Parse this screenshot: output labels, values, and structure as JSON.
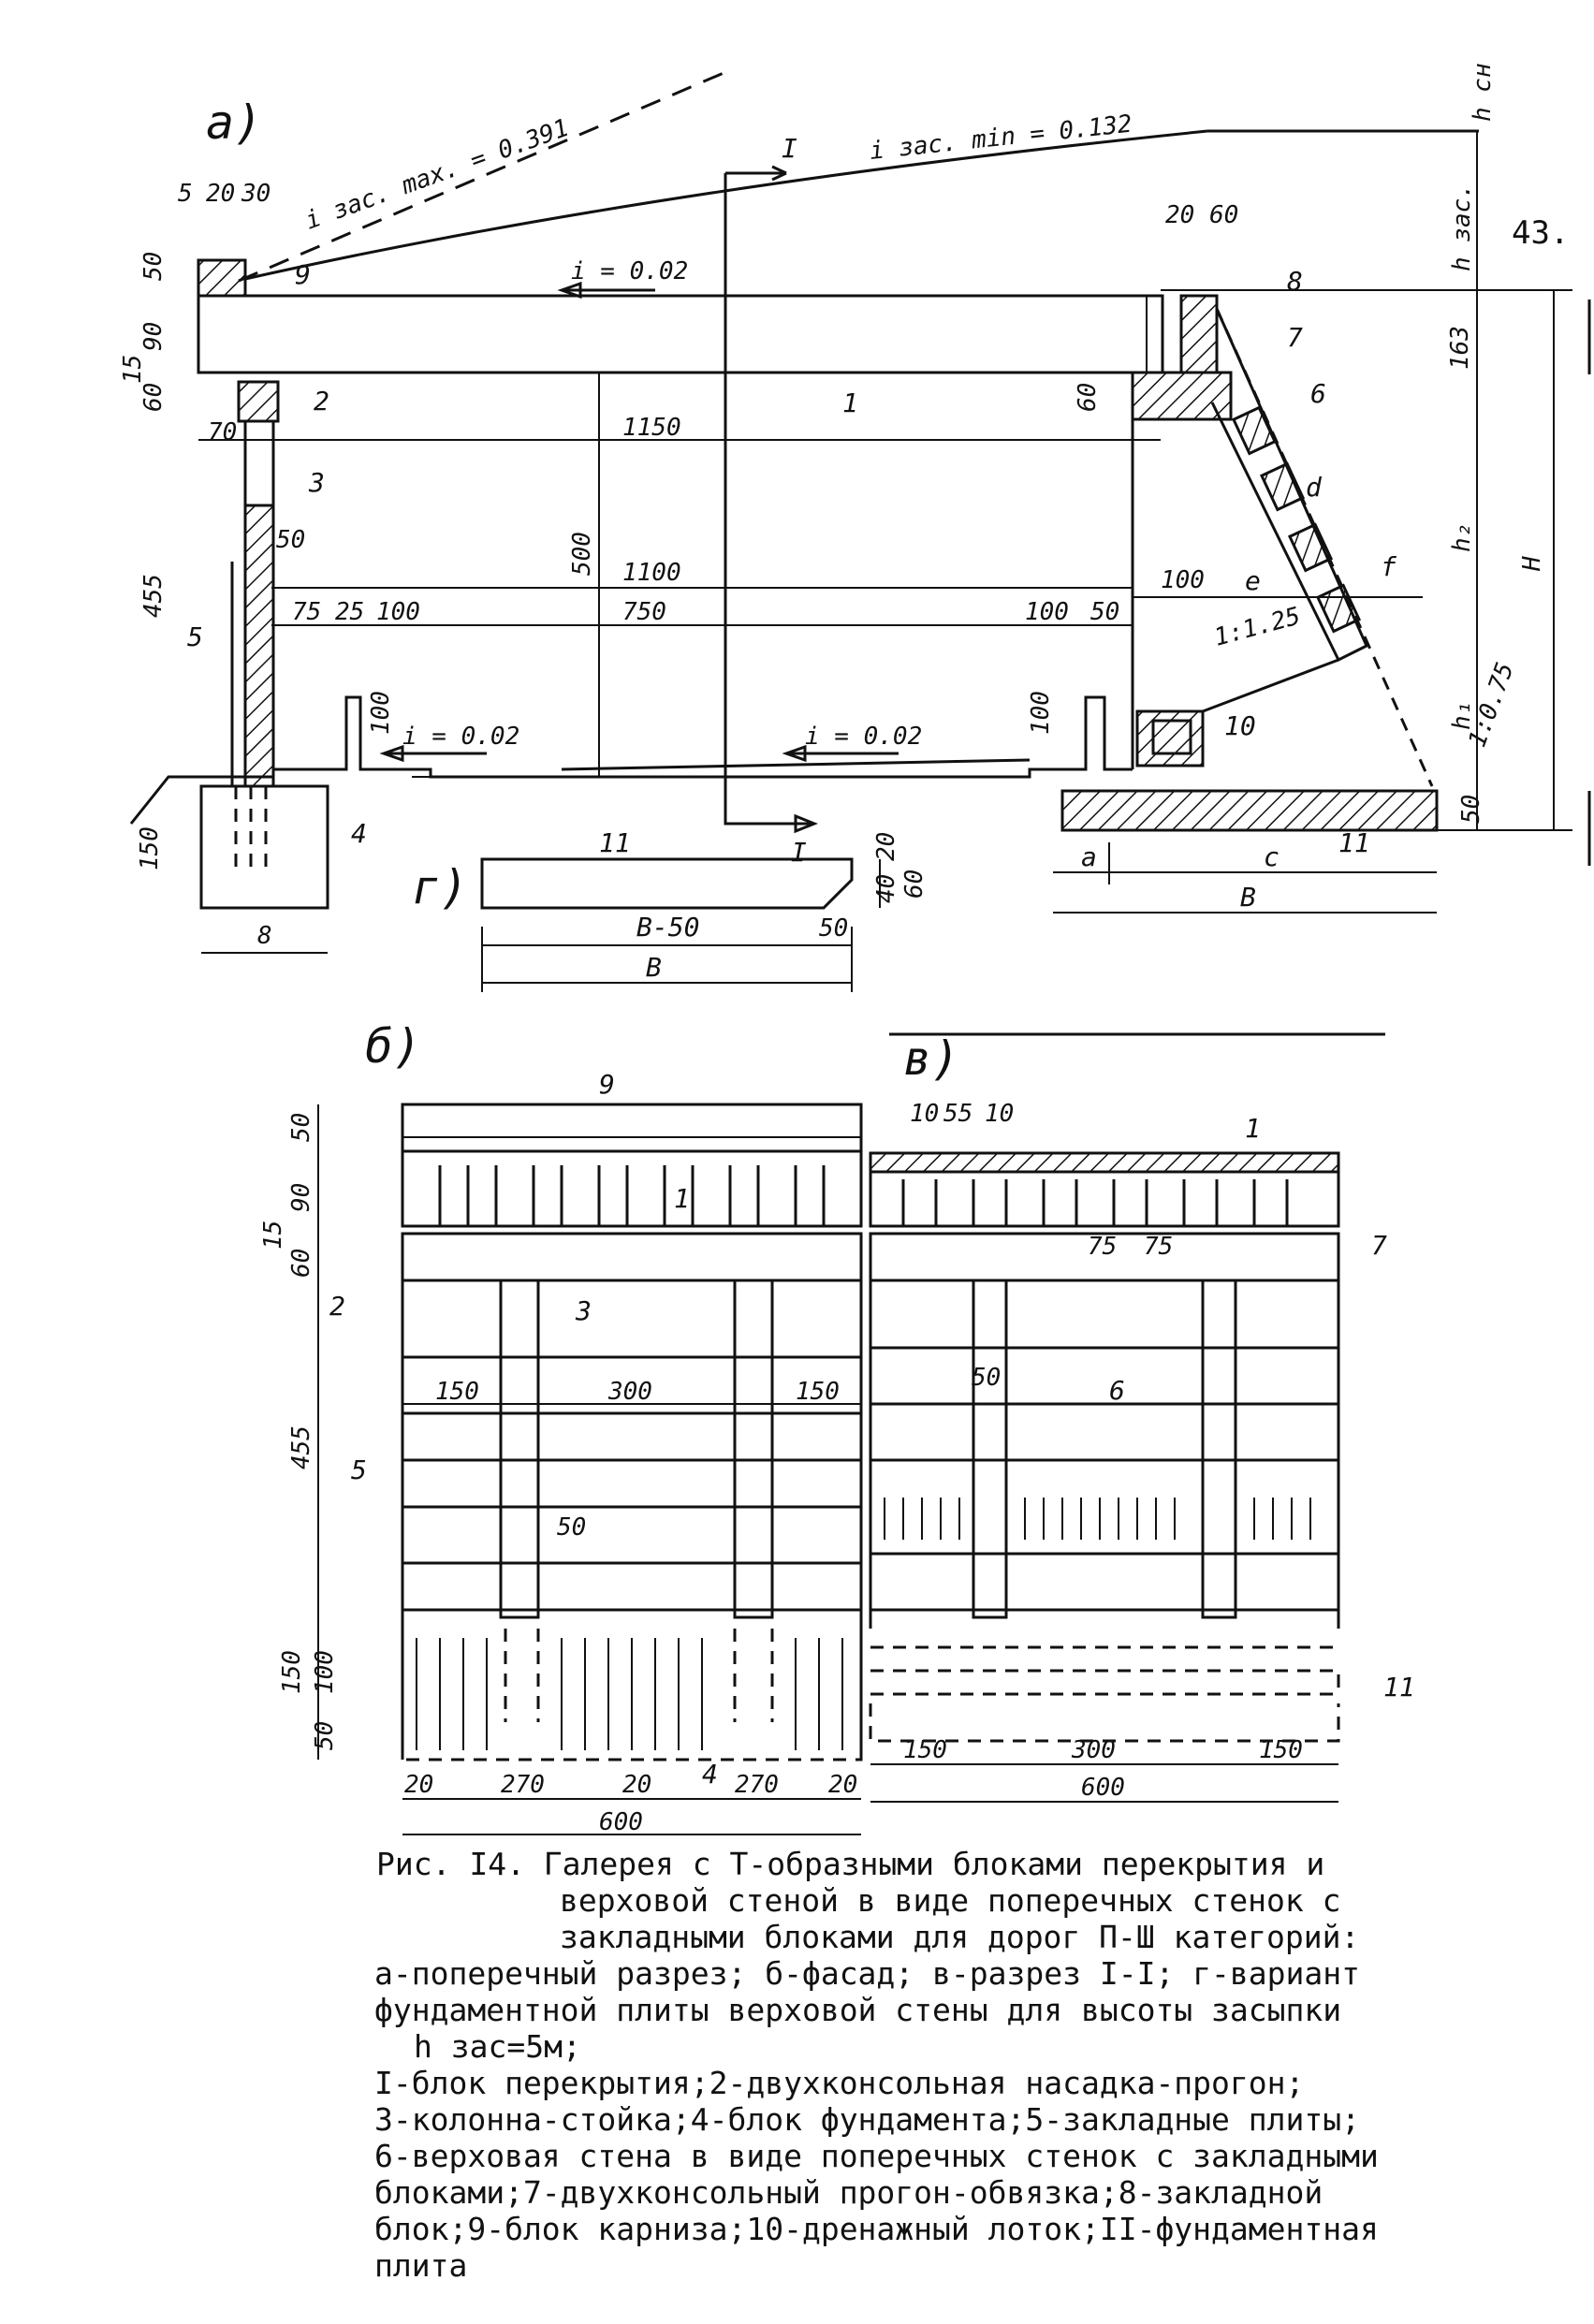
{
  "page_number": "43.",
  "views": {
    "a": "а)",
    "b": "б)",
    "v": "в)",
    "g": "г)"
  },
  "section_marks": {
    "top": "I",
    "bottom": "I"
  },
  "slope_labels": {
    "zas_max": "i зас. max. = 0.391",
    "zas_min": "i зас. min = 0.132",
    "roof": "i = 0.02",
    "floor_left": "i = 0.02",
    "floor_right": "i = 0.02",
    "wall": "1:1.25",
    "embankment": "1:0.75"
  },
  "level_labels": {
    "h_sn": "h сн",
    "h_zas": "h зас.",
    "H": "H",
    "h2": "h₂",
    "h1": "h₁"
  },
  "letter_labels": {
    "d": "d",
    "e": "e",
    "f": "f",
    "a": "a",
    "c": "c",
    "B": "B",
    "B_minus": "B-50"
  },
  "parts": {
    "p1": "1",
    "p2": "2",
    "p3": "3",
    "p4": "4",
    "p5": "5",
    "p6": "6",
    "p7": "7",
    "p8": "8",
    "p9": "9",
    "p10": "10",
    "p11": "11"
  },
  "dims_a": {
    "d5": "5",
    "d20": "20",
    "d30": "30",
    "d50": "50",
    "d90": "90",
    "d15": "15",
    "d60": "60",
    "d70": "70",
    "d455": "455",
    "d150": "150",
    "d8": "8",
    "d1150": "1150",
    "d500": "500",
    "d1100": "1100",
    "d750": "750",
    "d75": "75",
    "d25": "25",
    "d100a": "100",
    "d100b": "100",
    "d50b": "50",
    "d100c": "100",
    "d100d": "100",
    "d100e": "100",
    "d50c": "50",
    "d2060": "20 60",
    "d163": "163",
    "d60r": "60",
    "d50r": "50"
  },
  "dims_g": {
    "d20": "20",
    "d40": "40",
    "d60": "60",
    "d50": "50"
  },
  "dims_b": {
    "d50": "50",
    "d90": "90",
    "d15": "15",
    "d60": "60",
    "d455": "455",
    "d150": "150",
    "d300": "300",
    "d150b": "150",
    "d50b": "50",
    "d150v": "150",
    "d100": "100",
    "d50v": "50",
    "d20a": "20",
    "d270a": "270",
    "d20b": "20",
    "d270b": "270",
    "d20c": "20",
    "d600": "600"
  },
  "dims_v": {
    "d10a": "10",
    "d55": "55",
    "d10b": "10",
    "d75a": "75",
    "d75b": "75",
    "d50": "50",
    "d150a": "150",
    "d300": "300",
    "d150b": "150",
    "d600": "600"
  },
  "caption": {
    "line1": "Рис. I4. Галерея с Т-образными блоками перекрытия и",
    "line2": "верховой стеной в виде поперечных стенок с",
    "line3": "закладными блоками для дорог П-Ш категорий:",
    "line4": "а-поперечный разрез; б-фасад; в-разрез I-I; г-вариант",
    "line5": "фундаментной плиты верховой стены для высоты засыпки",
    "line6": "h зас=5м;",
    "line7": "I-блок перекрытия;2-двухконсольная насадка-прогон;",
    "line8": "3-колонна-стойка;4-блок фундамента;5-закладные плиты;",
    "line9": "6-верховая стена в виде поперечных стенок с закладными",
    "line10": "блоками;7-двухконсольный прогон-обвязка;8-закладной",
    "line11": "блок;9-блок карниза;10-дренажный лоток;II-фундаментная",
    "line12": "плита"
  }
}
